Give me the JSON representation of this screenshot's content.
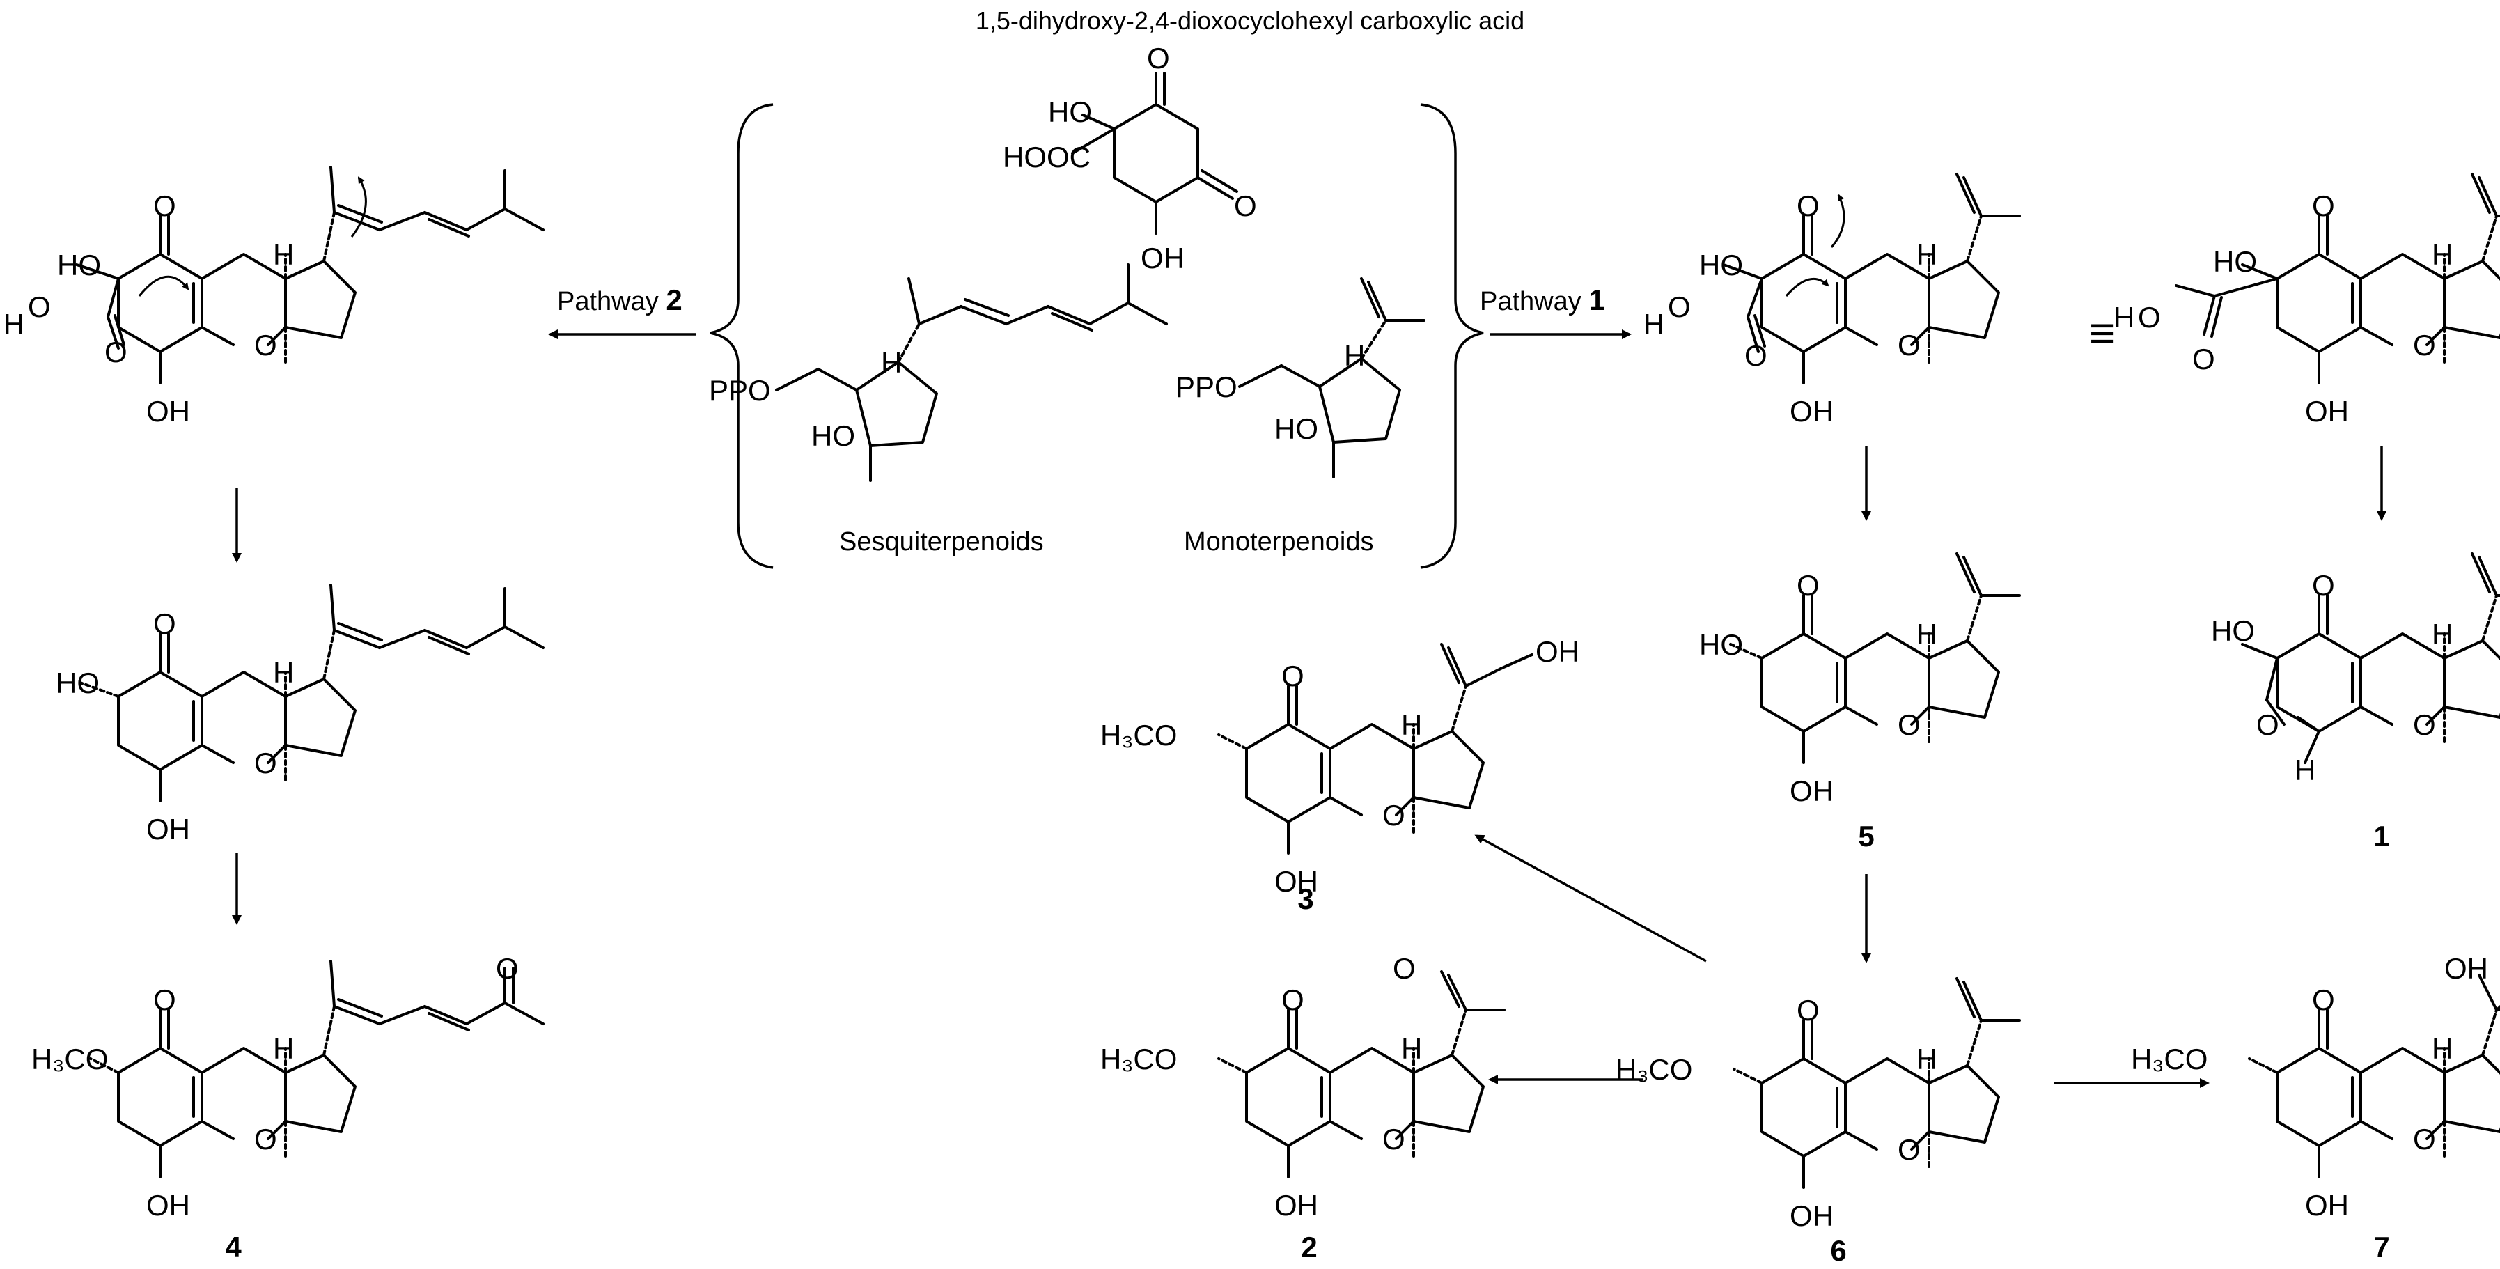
{
  "title": "1,5-dihydroxy-2,4-dioxocyclohexyl carboxylic acid",
  "precursor_labels": {
    "sesquiterpenoids": "Sesquiterpenoids",
    "monoterpenoids": "Monoterpenoids"
  },
  "pathways": {
    "pathway2_text": "Pathway ",
    "pathway2_num": "2",
    "pathway1_text": "Pathway ",
    "pathway1_num": "1"
  },
  "compound_numbers": {
    "c1": "1",
    "c2": "2",
    "c3": "3",
    "c4": "4",
    "c5": "5",
    "c6": "6",
    "c7": "7"
  },
  "atoms": {
    "HO": "HO",
    "OH": "OH",
    "O": "O",
    "H": "H",
    "HOOC": "HOOC",
    "PPO": "PPO",
    "H3CO": "H₃CO"
  },
  "equivalence_symbol": "≡"
}
